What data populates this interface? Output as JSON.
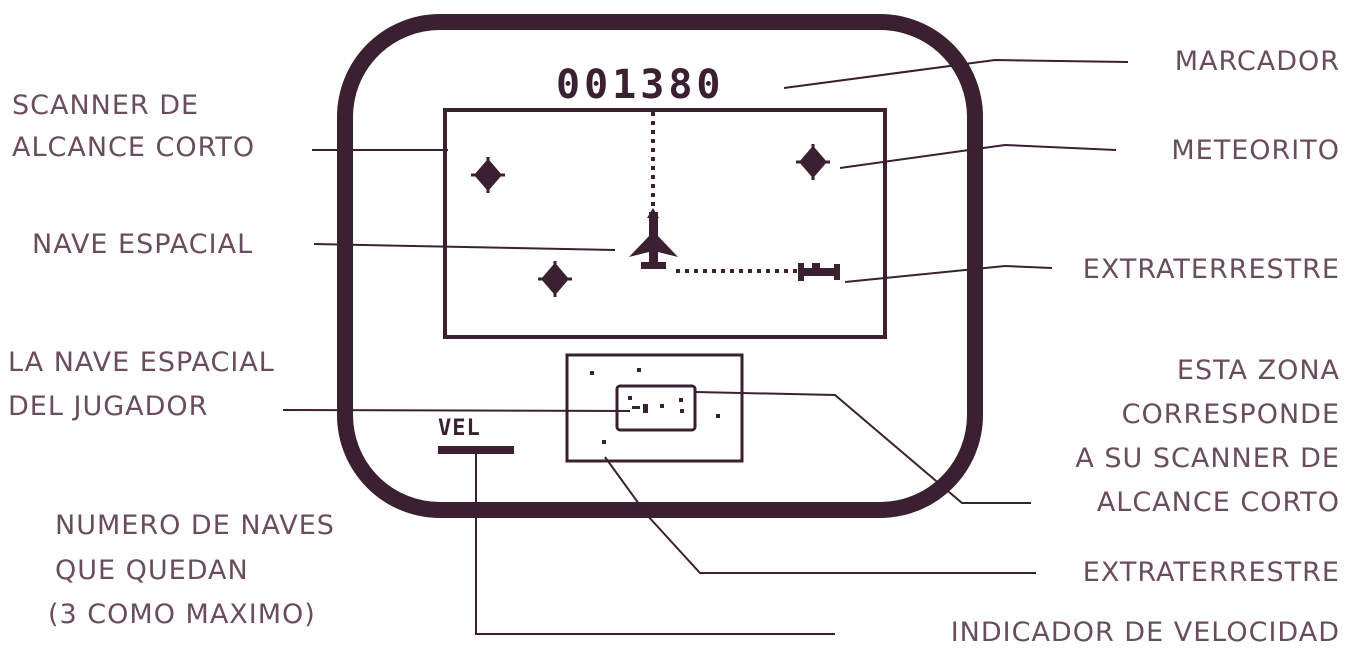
{
  "screen": {
    "score": "001380",
    "speed_label": "VEL"
  },
  "labels": {
    "scanner_corto": [
      "SCANNER DE",
      "ALCANCE CORTO"
    ],
    "nave_espacial": "NAVE ESPACIAL",
    "nave_jugador": [
      "LA NAVE ESPACIAL",
      "DEL JUGADOR"
    ],
    "numero_naves": [
      "NUMERO DE NAVES",
      "QUE QUEDAN",
      "(3 COMO MAXIMO)"
    ],
    "marcador": "MARCADOR",
    "meteorito": "METEORITO",
    "extraterrestre_1": "EXTRATERRESTRE",
    "zona_scanner": [
      "ESTA ZONA",
      "CORRESPONDE",
      "A SU SCANNER DE",
      "ALCANCE CORTO"
    ],
    "extraterrestre_2": "EXTRATERRESTRE",
    "indicador_velocidad": "INDICADOR DE VELOCIDAD"
  },
  "colors": {
    "ink": "#3a2030",
    "text": "#6a4d5c",
    "background": "#ffffff"
  }
}
